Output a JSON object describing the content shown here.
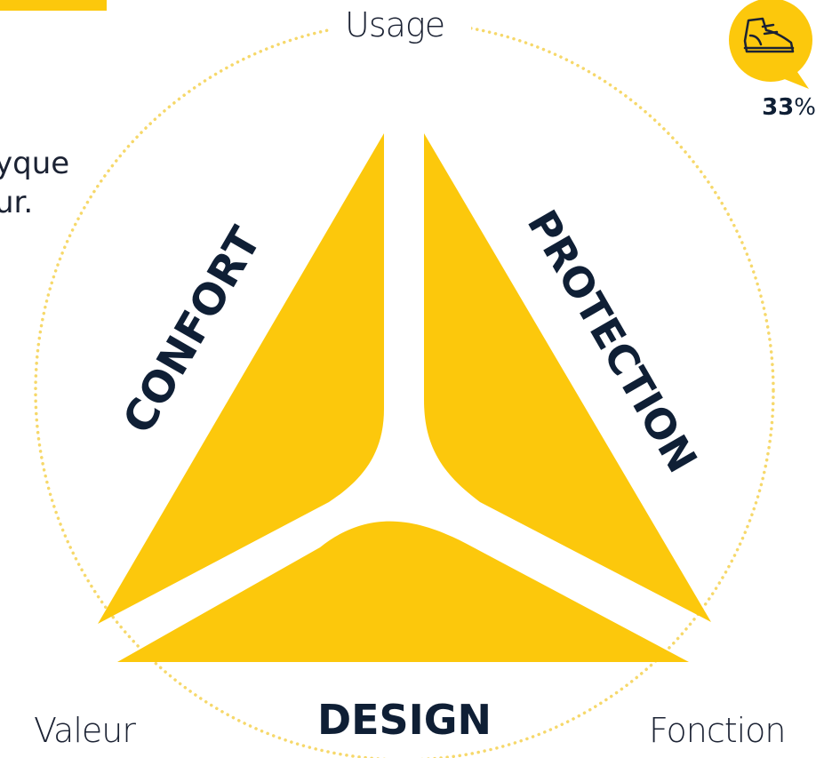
{
  "diagram": {
    "top_label": "Usage",
    "left_label": "Valeur",
    "right_label": "Fonction",
    "segments": {
      "left": "CONFORT",
      "right": "PROTECTION",
      "bottom": "DESIGN"
    },
    "side_text_lines": [
      "yque",
      "ur."
    ],
    "badge": {
      "icon": "shoe-icon",
      "value": "33",
      "unit": "%"
    }
  },
  "colors": {
    "accent": "#fcc80c",
    "text_dark": "#0f1f35",
    "dots": "#f6d86a"
  }
}
